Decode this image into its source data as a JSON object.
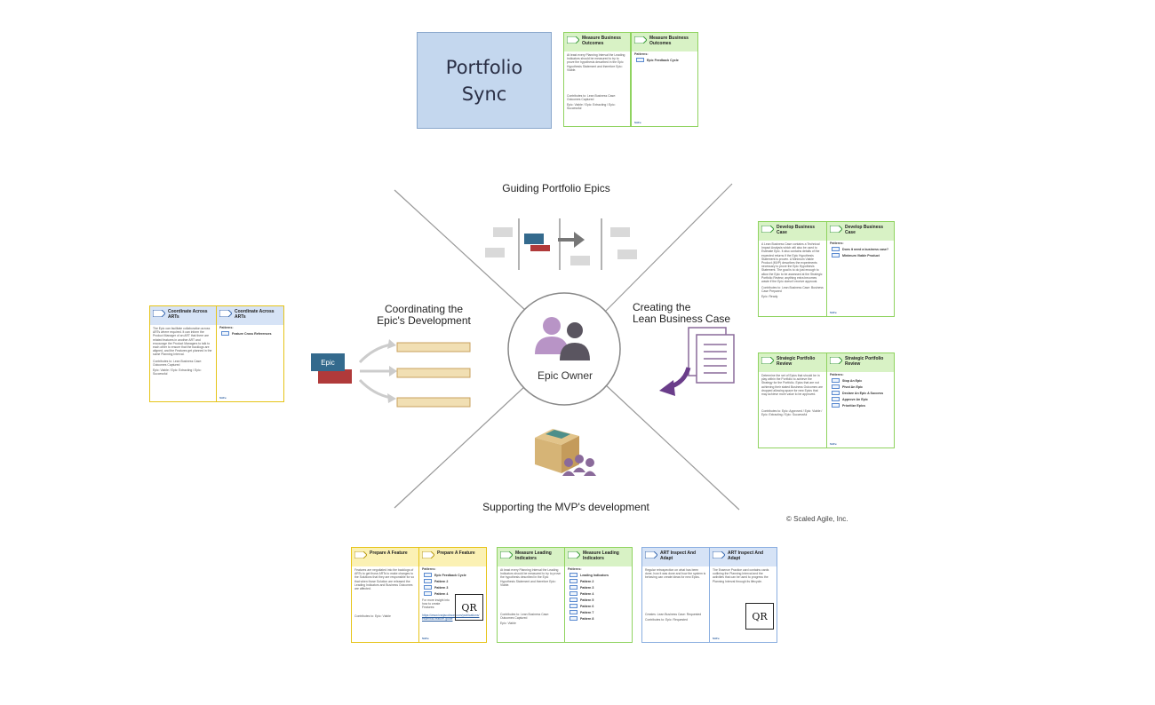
{
  "sticky": {
    "line1": "Portfolio",
    "line2": "Sync"
  },
  "quadrants": {
    "top": "Guiding Portfolio Epics",
    "left_line1": "Coordinating the",
    "left_line2": "Epic's  Development",
    "right_line1": "Creating the",
    "right_line2": "Lean Business Case",
    "bottom": "Supporting the MVP's development"
  },
  "center": {
    "label": "Epic Owner"
  },
  "epic_box": "Epic",
  "copyright": "© Scaled Agile, Inc.",
  "cards": {
    "measure_outcomes": {
      "title_a": "Measure Business Outcomes",
      "body_a": "At least every Planning Interval the Leading Indicators should be measured to try to prove the hypothesis described in the Epic Hypothesis Statement and therefore Epic: Viable.",
      "contrib_label": "Contributes to:",
      "contrib_a": "Lean Business Case: Outcomes Captured",
      "contrib_b": "Epic: Viable / Epic: Extracting / Epic: Successful",
      "title_b": "Measure Business Outcomes",
      "patterns_label": "Patterns:",
      "patterns": [
        "Epic Feedback Cycle"
      ]
    },
    "develop_case": {
      "title_a": "Develop Business Case",
      "body_a": "A Lean Business Case contains a Technical Impact Analysis which will also be used to Estimate Epic. It also contains details of the expected returns if the Epic Hypothesis Statement is proven. A Minimum Viable Product (MVP) describes the experiments necessary to prove the Epic Hypothesis Statement. The goal is to do just enough to allow the Epic to be assessed at the Strategic Portfolio Review, anything extra becomes waste if the Epic doesn't receive approval.",
      "contrib_label": "Contributes to:",
      "contrib_a": "Lean Business Case: Business Case Prepared",
      "contrib_b": "Epic: Ready",
      "title_b": "Develop Business Case",
      "patterns_label": "Patterns:",
      "patterns": [
        "Does it need a business case?",
        "Minimum Viable Product"
      ]
    },
    "strategic_review": {
      "title_a": "Strategic Portfolio Review",
      "body_a": "Determine the set of Epics that should be in play within the Portfolio to achieve the Strategy for the Portfolio. Epics that are not achieving their stated Business Outcomes are dropped allowing space for new Epics that may achieve more value to be approved.",
      "contrib_label": "Contributes to:",
      "contrib_a": "Epic: Approved / Epic: Viable / Epic: Extracting / Epic: Successful",
      "title_b": "Strategic Portfolio Review",
      "patterns_label": "Patterns:",
      "patterns": [
        "Stop An Epic",
        "Pivot An Epic",
        "Declare An Epic A Success",
        "Approve An Epic",
        "Prioritize Epics"
      ]
    },
    "coordinate_arts": {
      "title_a": "Coordinate Across ARTs",
      "body_a": "The Epic can facilitate collaboration across ARTs where required. It can inform the Product Manager of an ART that there are related features in another ART and encourage the Product Managers to talk to each other to ensure that the backlogs are aligned, and the Features get planned in the same Planning Interval.",
      "contrib_label": "Contributes to:",
      "contrib_a": "Lean Business Case: Outcomes Captured",
      "contrib_b": "Epic: Viable / Epic: Extracting / Epic: Successful",
      "title_b": "Coordinate Across ARTs",
      "patterns_label": "Patterns:",
      "patterns": [
        "Feature Cross References"
      ]
    },
    "prepare_feature": {
      "title_a": "Prepare A Feature",
      "body_a": "Features are negotiated into the backlogs of ARTs to get those ARTs to make changes to the Solutions that they are responsible for so that when those Solution are released the Leading Indicators and Business Outcomes are affected.",
      "contrib_label": "Contributes to:",
      "contrib_a": "Epic: Viable",
      "title_b": "Prepare A Feature",
      "patterns_label": "Patterns:",
      "patterns": [
        "Epic Feedback Cycle",
        "Pattern 2",
        "Pattern 3",
        "Pattern 4"
      ],
      "more_text": "For more insight into how to create Features:",
      "link": "https://www.ivarjacobson.com/publications/essential-feature-guide",
      "qr": "QR"
    },
    "measure_indicators": {
      "title_a": "Measure Leading Indicators",
      "body_a": "At least every Planning Interval the Leading Indicators should be measured to try to prove the hypothesis described in the Epic Hypothesis Statement and therefore Epic: Viable.",
      "contrib_label": "Contributes to:",
      "contrib_a": "Lean Business Case: Outcomes Captured",
      "contrib_b": "Epic: Viable",
      "title_b": "Measure Leading Indicators",
      "patterns_label": "Patterns:",
      "patterns": [
        "Leading Indicators",
        "Pattern 2",
        "Pattern 3",
        "Pattern 4",
        "Pattern 5",
        "Pattern 6",
        "Pattern 7",
        "Pattern 8"
      ]
    },
    "art_inspect": {
      "title_a": "ART Inspect And Adapt",
      "body_a": "Regular retrospection on what has been done, how it was done and how the system is behaving can create ideas for new Epics.",
      "creates_label": "Creates:",
      "contrib_a": "Lean Business Case: Requested",
      "contrib_label": "Contributes to:",
      "contrib_b": "Epic: Requested",
      "title_b": "ART Inspect And Adapt",
      "body_b": "The Essence Practice card contains cards outlining the Planning Interval and the activities that can be used to progress the Planning Interval through its lifecycle.",
      "qr": "QR"
    }
  },
  "brand": "SAFe",
  "colors": {
    "green_border": "#8fd35f",
    "yellow_border": "#e6c419",
    "blue_border": "#8aaee0",
    "epic_blue": "#346a8d",
    "epic_red": "#b03a3a",
    "arrow_purple": "#6a3d8a"
  }
}
